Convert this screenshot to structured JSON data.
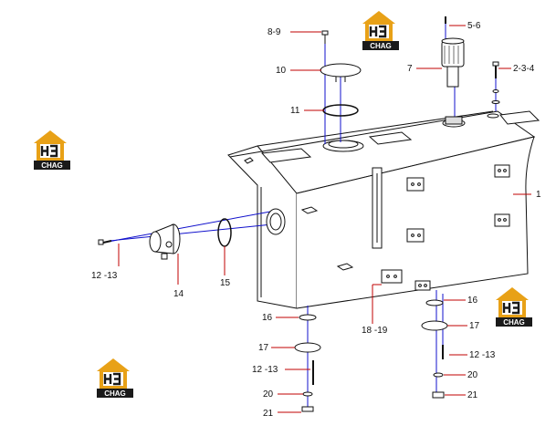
{
  "watermark": {
    "letters": "H3",
    "word": "CHAG",
    "color": "#e8a117",
    "dark": "#1a1a1a"
  },
  "colors": {
    "leader": "#c00000",
    "assembly": "#1010cc",
    "line": "#111111"
  },
  "callouts": {
    "c1": "1",
    "c234": "2-3-4",
    "c56": "5-6",
    "c7": "7",
    "c89": "8-9",
    "c10": "10",
    "c11": "11",
    "c1213a": "12 -13",
    "c14": "14",
    "c15": "15",
    "c16a": "16",
    "c17a": "17",
    "c1213b": "12 -13",
    "c20a": "20",
    "c21a": "21",
    "c1819": "18 -19",
    "c16b": "16",
    "c17b": "17",
    "c1213c": "12 -13",
    "c20b": "20",
    "c21b": "21"
  }
}
